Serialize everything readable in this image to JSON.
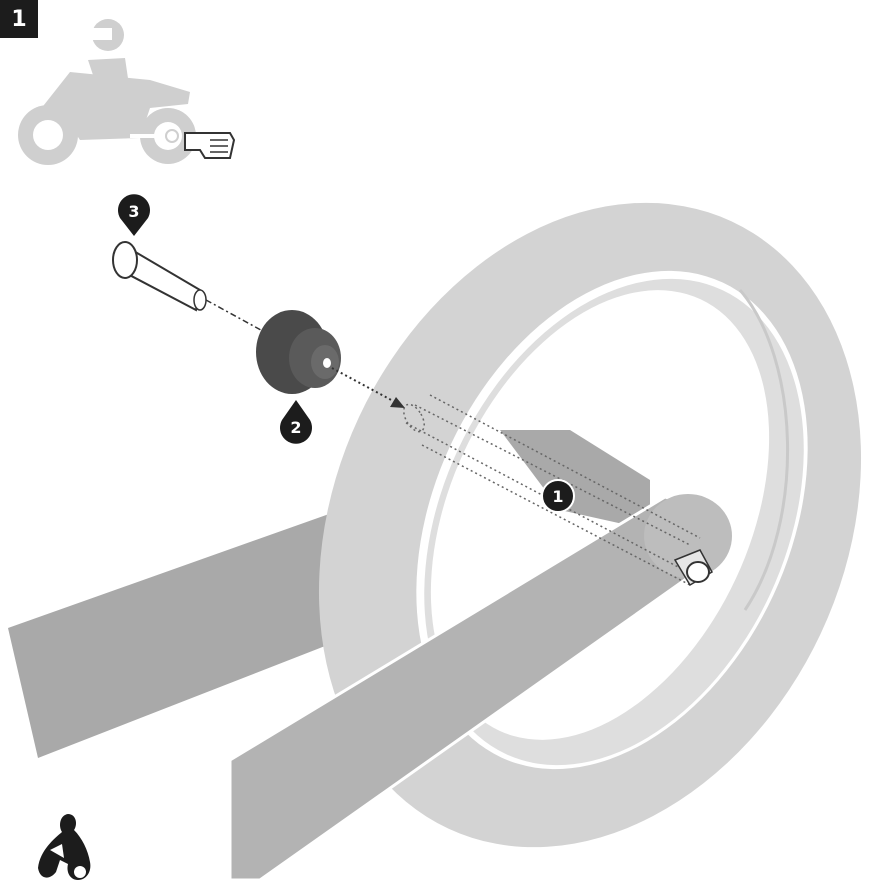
{
  "step": {
    "number": "1"
  },
  "callouts": [
    {
      "id": "swingarm-axle",
      "label": "1"
    },
    {
      "id": "spacer",
      "label": "2"
    },
    {
      "id": "bolt",
      "label": "3"
    }
  ],
  "icons": {
    "header": "motorcycle-rear-wheel-pointer-icon",
    "footer": "rider-on-motorcycle-icon"
  },
  "colors": {
    "tire": "#d2d2d2",
    "swingarm": "#b4b4b4",
    "swingarm_back": "#a9a9a9",
    "spacer": "#4f4f4f",
    "badge": "#1c1c1c",
    "line": "#333333"
  }
}
